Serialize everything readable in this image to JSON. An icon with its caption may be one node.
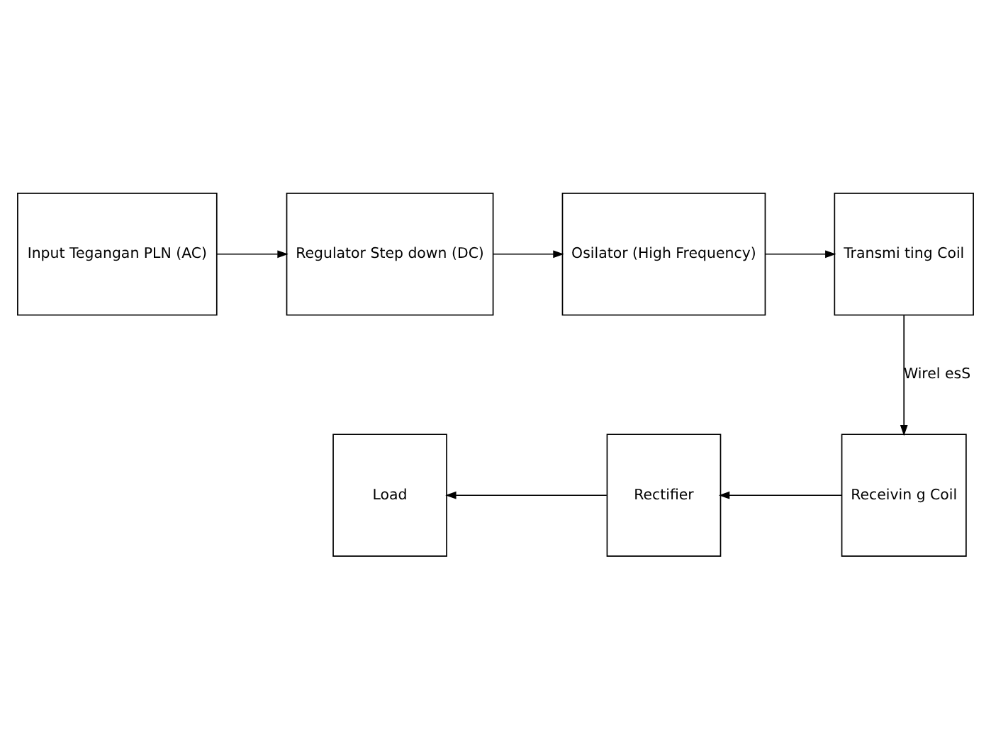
{
  "diagram": {
    "nodes": [
      {
        "text": [
          "Input Tegangan PLN (AC)"
        ]
      },
      {
        "text": [
          "Regulator Step down (DC)"
        ]
      },
      {
        "text": [
          "Osilator (High Frequency)"
        ]
      },
      {
        "text": [
          "Transmi ting Coil"
        ]
      },
      {
        "text": [
          "Load"
        ]
      },
      {
        "text": [
          "Rectifier"
        ]
      },
      {
        "text": [
          "Receivin g Coil"
        ]
      }
    ],
    "edges": [
      {
        "from": 0,
        "to": 1,
        "arrow": "to"
      },
      {
        "from": 1,
        "to": 2,
        "arrow": "to"
      },
      {
        "from": 2,
        "to": 3,
        "arrow": "to"
      },
      {
        "from": 3,
        "to": 6,
        "arrow": "to",
        "label": "Wirel esS"
      },
      {
        "from": 6,
        "to": 5,
        "arrow": "to"
      },
      {
        "from": 5,
        "to": 4,
        "arrow": "to"
      }
    ]
  }
}
